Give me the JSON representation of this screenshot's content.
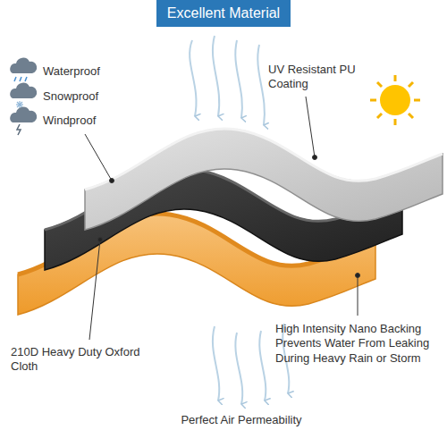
{
  "diagram": {
    "title": "Excellent Material",
    "labels": [
      "Waterproof",
      "Snowproof",
      "Windproof",
      "UV Resistant PU Coating",
      "210D Heavy Duty Oxford Cloth",
      "High Intensity Nano Backing Prevents Water From Leaking During Heavy Rain or Storm",
      "Perfect Air Permeability"
    ]
  }
}
